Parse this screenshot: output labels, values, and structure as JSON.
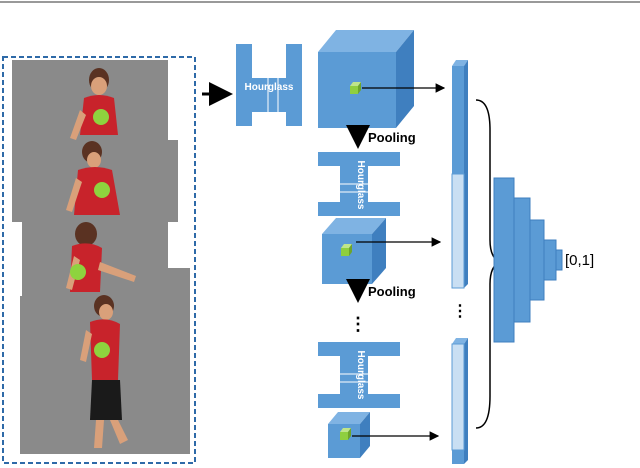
{
  "hourglass_label": "Hourglass",
  "hourglass_label_v1": "Hourglass",
  "hourglass_label_v2": "Hourglass",
  "pooling_label_1": "Pooling",
  "pooling_label_2": "Pooling",
  "output_label": "[0,1]",
  "vertical_ellipsis": "⋮",
  "colors": {
    "block_blue": "#5b9bd5",
    "block_blue_dark": "#3f7fbf",
    "block_blue_top": "#7fb3e3",
    "bar_light": "#c9dff3",
    "patch_green": "#8fcf3f",
    "joint_green": "#8ed33e",
    "frame_dash": "#2e6aa8",
    "photo_gray": "#8a8a8a"
  },
  "icons": {
    "person_frames": "person-silhouette-icon",
    "joint_marker": "green-circle-icon",
    "feature_patch": "green-cube-icon"
  }
}
